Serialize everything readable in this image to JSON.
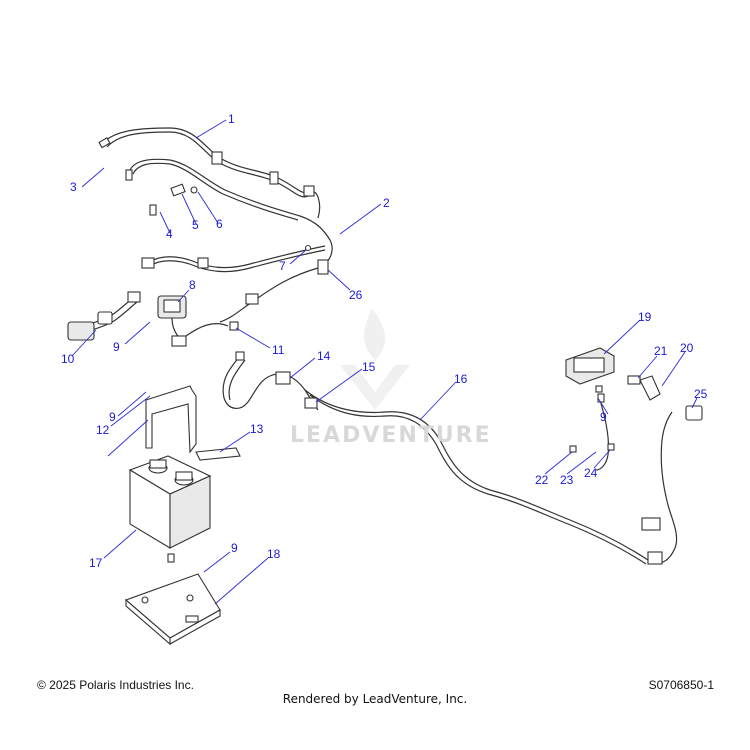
{
  "watermark": {
    "text": "LEADVENTURE"
  },
  "footer": {
    "copyright": "© 2025 Polaris Industries Inc.",
    "diagram_id": "S0706850-1",
    "rendered_by": "Rendered by LeadVenture, Inc."
  },
  "callouts": [
    "1",
    "2",
    "3",
    "4",
    "5",
    "6",
    "7",
    "8",
    "9",
    "9",
    "9",
    "9",
    "10",
    "11",
    "12",
    "13",
    "14",
    "15",
    "16",
    "17",
    "18",
    "19",
    "20",
    "21",
    "22",
    "23",
    "24",
    "25",
    "26"
  ]
}
